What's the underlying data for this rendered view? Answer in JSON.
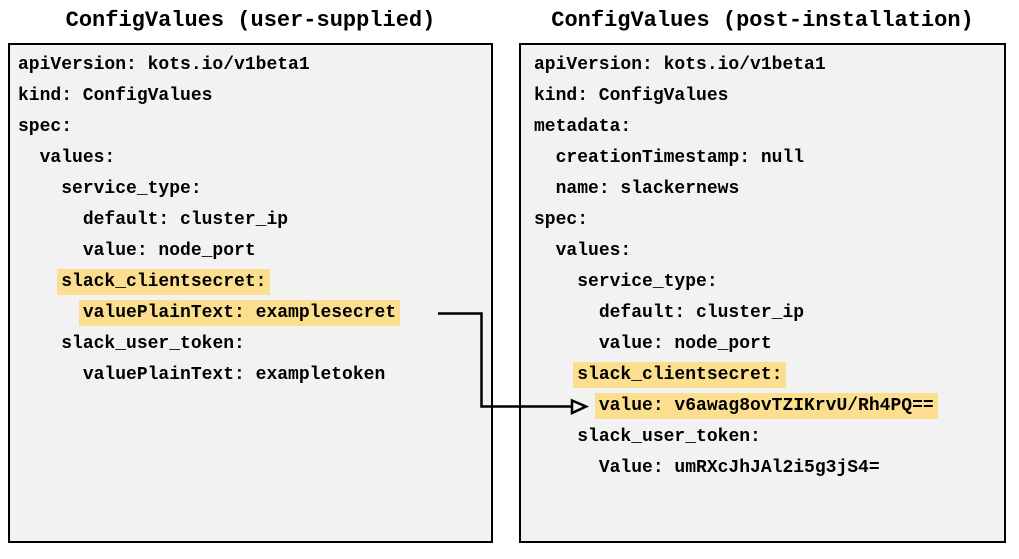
{
  "colors": {
    "panel_bg": "#f2f2f2",
    "panel_border": "#000000",
    "highlight": "#fbdf8e",
    "text": "#000000",
    "arrow": "#000000"
  },
  "panels": [
    {
      "title": "ConfigValues (user-supplied)",
      "lines": [
        {
          "indent": "",
          "text": "apiVersion: kots.io/v1beta1",
          "highlight": false
        },
        {
          "indent": "",
          "text": "kind: ConfigValues",
          "highlight": false
        },
        {
          "indent": "",
          "text": "spec:",
          "highlight": false
        },
        {
          "indent": "  ",
          "text": "values:",
          "highlight": false
        },
        {
          "indent": "    ",
          "text": "service_type:",
          "highlight": false
        },
        {
          "indent": "      ",
          "text": "default: cluster_ip",
          "highlight": false
        },
        {
          "indent": "      ",
          "text": "value: node_port",
          "highlight": false
        },
        {
          "indent": "    ",
          "text": "slack_clientsecret:",
          "highlight": true
        },
        {
          "indent": "      ",
          "text": "valuePlainText: examplesecret",
          "highlight": true
        },
        {
          "indent": "    ",
          "text": "slack_user_token:",
          "highlight": false
        },
        {
          "indent": "      ",
          "text": "valuePlainText: exampletoken",
          "highlight": false
        }
      ]
    },
    {
      "title": "ConfigValues (post-installation)",
      "lines": [
        {
          "indent": "",
          "text": "apiVersion: kots.io/v1beta1",
          "highlight": false
        },
        {
          "indent": "",
          "text": "kind: ConfigValues",
          "highlight": false
        },
        {
          "indent": "",
          "text": "metadata:",
          "highlight": false
        },
        {
          "indent": "  ",
          "text": "creationTimestamp: null",
          "highlight": false
        },
        {
          "indent": "  ",
          "text": "name: slackernews",
          "highlight": false
        },
        {
          "indent": "",
          "text": "spec:",
          "highlight": false
        },
        {
          "indent": "  ",
          "text": "values:",
          "highlight": false
        },
        {
          "indent": "    ",
          "text": "service_type:",
          "highlight": false
        },
        {
          "indent": "      ",
          "text": "default: cluster_ip",
          "highlight": false
        },
        {
          "indent": "      ",
          "text": "value: node_port",
          "highlight": false
        },
        {
          "indent": "    ",
          "text": "slack_clientsecret:",
          "highlight": true
        },
        {
          "indent": "      ",
          "text": "value: v6awag8ovTZIKrvU/Rh4PQ==",
          "highlight": true
        },
        {
          "indent": "    ",
          "text": "slack_user_token:",
          "highlight": false
        },
        {
          "indent": "      ",
          "text": "Value: umRXcJhJAl2i5g3jS4=",
          "highlight": false
        }
      ]
    }
  ],
  "connector": {
    "from_text": "valuePlainText: examplesecret",
    "to_text": "value: v6awag8ovTZIKrvU/Rh4PQ=="
  }
}
